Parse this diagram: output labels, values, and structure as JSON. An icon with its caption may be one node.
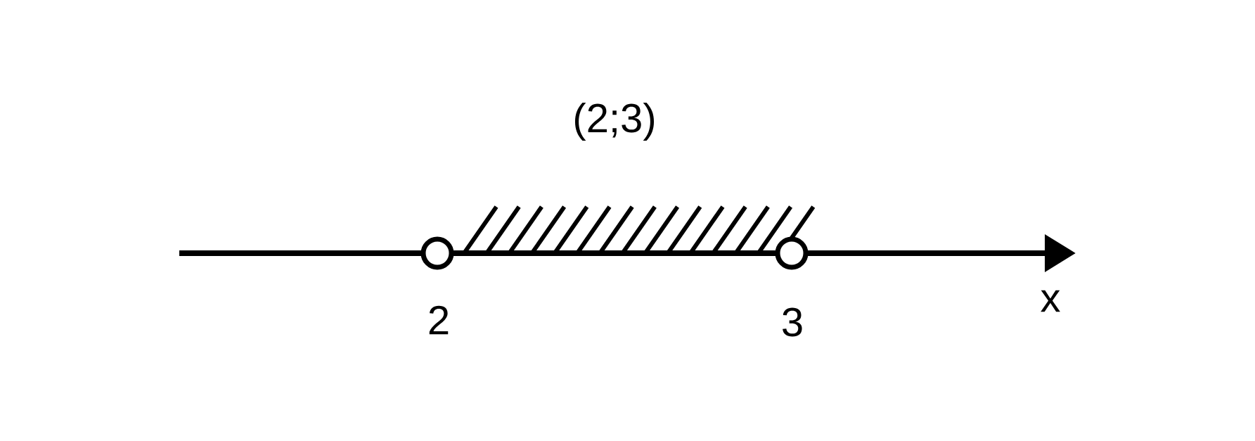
{
  "diagram": {
    "labels": [
      "(2;3)",
      "2",
      "3",
      "x"
    ]
  }
}
